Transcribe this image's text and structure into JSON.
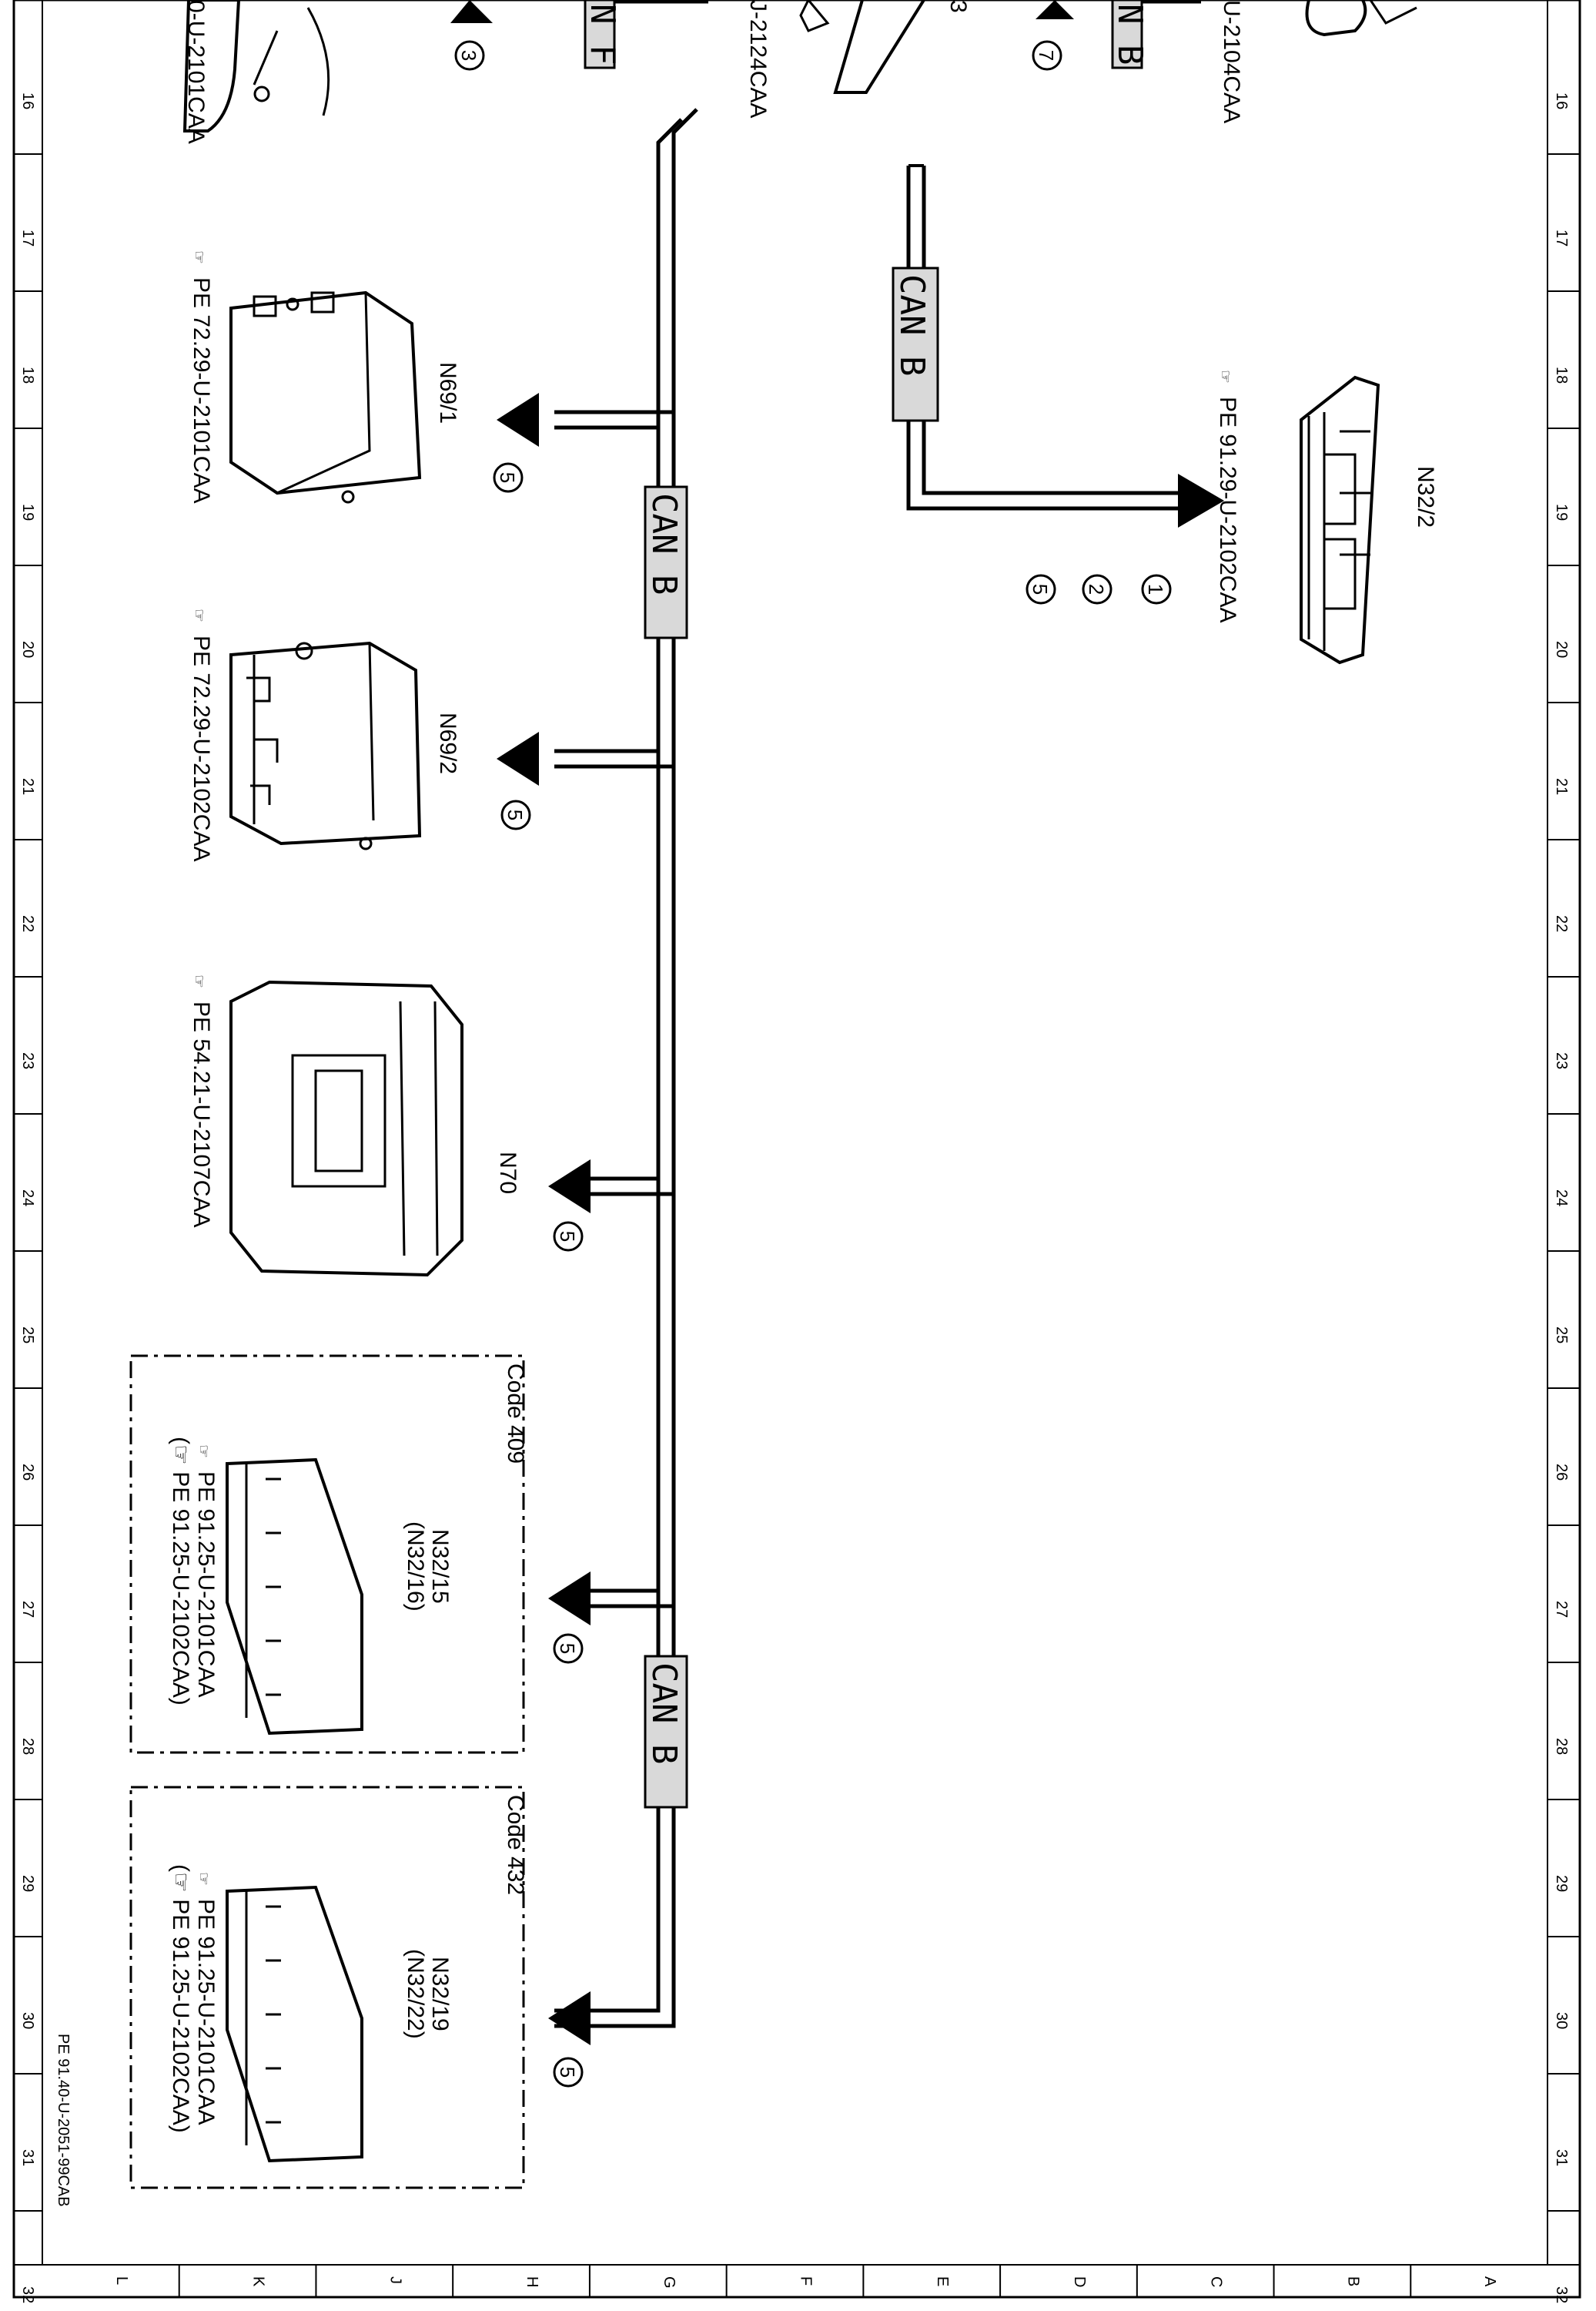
{
  "grid": {
    "columns": [
      "16",
      "17",
      "18",
      "19",
      "20",
      "21",
      "22",
      "23",
      "24",
      "25",
      "26",
      "27",
      "28",
      "29",
      "30",
      "31",
      "32"
    ],
    "rows": [
      "L",
      "K",
      "J",
      "H",
      "G",
      "F",
      "E",
      "D",
      "C",
      "B",
      "A"
    ]
  },
  "footer_ref": "PE 91.40-U-2051-99CAB",
  "bus_labels": {
    "can_b_main_1": "CAN B",
    "can_b_main_2": "CAN B",
    "can_b_branch": "CAN B",
    "can_f_partial": "N F",
    "can_b_top_partial": "N B"
  },
  "top_partial": {
    "left_ref": "0-U-2101CAA",
    "mid_ref": "J-2124CAA",
    "mid_digit": "3",
    "right_ref": "U-2104CAA",
    "circle_left": "3",
    "circle_right": "7"
  },
  "components": [
    {
      "id": "N69/1",
      "ref": "PE 72.29-U-2101CAA",
      "circle": "5"
    },
    {
      "id": "N69/2",
      "ref": "PE 72.29-U-2102CAA",
      "circle": "5"
    },
    {
      "id": "N70",
      "ref": "PE 54.21-U-2107CAA",
      "circle": "5"
    },
    {
      "id": "N32/15",
      "id_alt": "(N32/16)",
      "ref": "PE 91.25-U-2101CAA",
      "ref_alt": "(☞ PE 91.25-U-2102CAA)",
      "code": "Code 409",
      "circle": "5"
    },
    {
      "id": "N32/19",
      "id_alt": "(N32/22)",
      "ref": "PE 91.25-U-2101CAA",
      "ref_alt": "(☞ PE 91.25-U-2102CAA)",
      "code": "Code 432",
      "circle": "5"
    },
    {
      "id": "N32/2",
      "ref": "PE 91.29-U-2102CAA",
      "circles": [
        "1",
        "2",
        "5"
      ]
    }
  ],
  "icons": {
    "reference": "pointing-hand-icon"
  },
  "colors": {
    "line": "#000000",
    "label_bg": "#d9d9d9"
  }
}
